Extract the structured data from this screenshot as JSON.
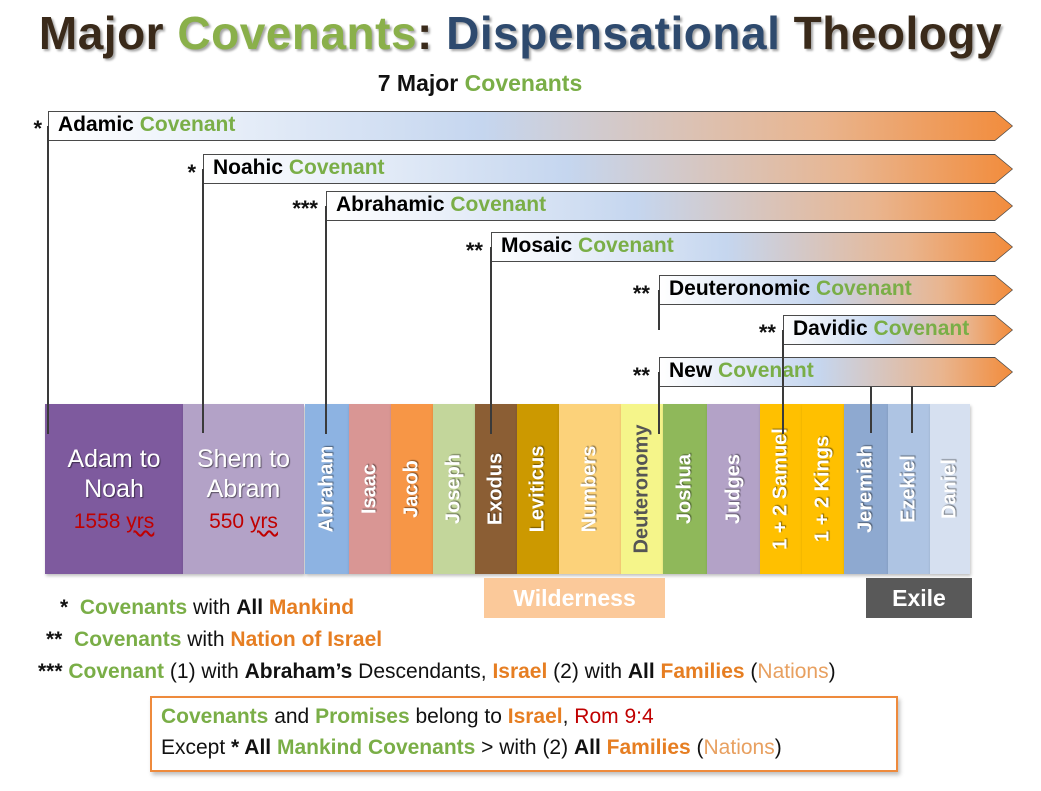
{
  "title": {
    "part1": "Major ",
    "part2": "Covenants",
    "part3": ": ",
    "part4": "Dispensational",
    "part5": " Theology"
  },
  "subtitle": {
    "count": "7 Major ",
    "word": "Covenants"
  },
  "colors": {
    "green": "#7aae47",
    "orange": "#e67e22",
    "navy": "#2e4a6e",
    "red": "#c00000"
  },
  "covenants": [
    {
      "stars": "*",
      "name": "Adamic",
      "word": "Covenant"
    },
    {
      "stars": "*",
      "name": "Noahic",
      "word": "Covenant"
    },
    {
      "stars": "***",
      "name": "Abrahamic",
      "word": "Covenant"
    },
    {
      "stars": "**",
      "name": "Mosaic",
      "word": "Covenant"
    },
    {
      "stars": "**",
      "name": "Deuteronomic",
      "word": "Covenant"
    },
    {
      "stars": "**",
      "name": "Davidic",
      "word": "Covenant"
    },
    {
      "stars": "**",
      "name": "New",
      "word": "Covenant"
    }
  ],
  "periods": [
    {
      "line1": "Adam to",
      "line2": "Noah",
      "years": "1558 ",
      "unit": "yrs",
      "color": "#7e5a9e"
    },
    {
      "line1": "Shem to",
      "line2": "Abram",
      "years": "550 ",
      "unit": "yrs",
      "color": "#b3a2c7"
    }
  ],
  "books": [
    {
      "name": "Abraham",
      "color": "#8db3e2"
    },
    {
      "name": "Isaac",
      "color": "#d99694"
    },
    {
      "name": "Jacob",
      "color": "#f79646"
    },
    {
      "name": "Joseph",
      "color": "#c3d69b"
    },
    {
      "name": "Exodus",
      "color": "#8b5e34"
    },
    {
      "name": "Leviticus",
      "color": "#cc9900"
    },
    {
      "name": "Numbers",
      "color": "#fcd27a"
    },
    {
      "name": "Deuteronomy",
      "color": "#f5f58a"
    },
    {
      "name": "Joshua",
      "color": "#8fb85a"
    },
    {
      "name": "Judges",
      "color": "#b3a2c7"
    },
    {
      "name": "1 + 2 Samuel",
      "color": "#ffc000"
    },
    {
      "name": "1 + 2 Kings",
      "color": "#ffc000"
    },
    {
      "name": "Jeremiah",
      "color": "#8ea9d0"
    },
    {
      "name": "Ezekiel",
      "color": "#aec4e3"
    },
    {
      "name": "Daniel",
      "color": "#d6e0f0"
    }
  ],
  "tags": {
    "wilderness": "Wilderness",
    "exile": "Exile"
  },
  "legend": {
    "l1": {
      "mark": "*",
      "a": "Covenants",
      "b": " with ",
      "c": "All",
      "d": "Mankind"
    },
    "l2": {
      "mark": "**",
      "a": "Covenants",
      "b": " with ",
      "c": "Nation of Israel"
    },
    "l3": {
      "mark": "***",
      "a": "Covenant",
      "b": " (1) with ",
      "c": "Abraham’s",
      "d": " Descendants, ",
      "e": "Israel",
      "f": " (2) with ",
      "g": "All",
      "h": "Families",
      "i": " (",
      "j": "Nations",
      "k": ")"
    }
  },
  "promise": {
    "l1": {
      "a": "Covenants",
      "b": " and ",
      "c": "Promises",
      "d": " belong to ",
      "e": "Israel",
      "f": ", ",
      "g": "Rom 9:4"
    },
    "l2": {
      "a": "Except ",
      "b": "* All",
      "c": "Mankind Covenants",
      "d": " > with (2) ",
      "e": "All",
      "f": "Families",
      "g": " (",
      "h": "Nations",
      "i": ")"
    }
  }
}
